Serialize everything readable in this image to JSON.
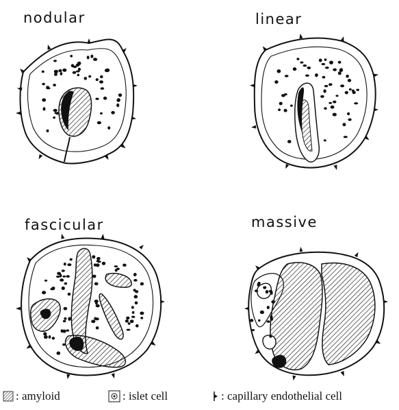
{
  "panels": [
    {
      "id": "nodular",
      "title": "nodular"
    },
    {
      "id": "linear",
      "title": "linear"
    },
    {
      "id": "fascicular",
      "title": "fascicular"
    },
    {
      "id": "massive",
      "title": "massive"
    }
  ],
  "legend": {
    "amyloid": ": amyloid",
    "islet_cell": ": islet cell",
    "capillary": ": capillary endothelial cell"
  }
}
